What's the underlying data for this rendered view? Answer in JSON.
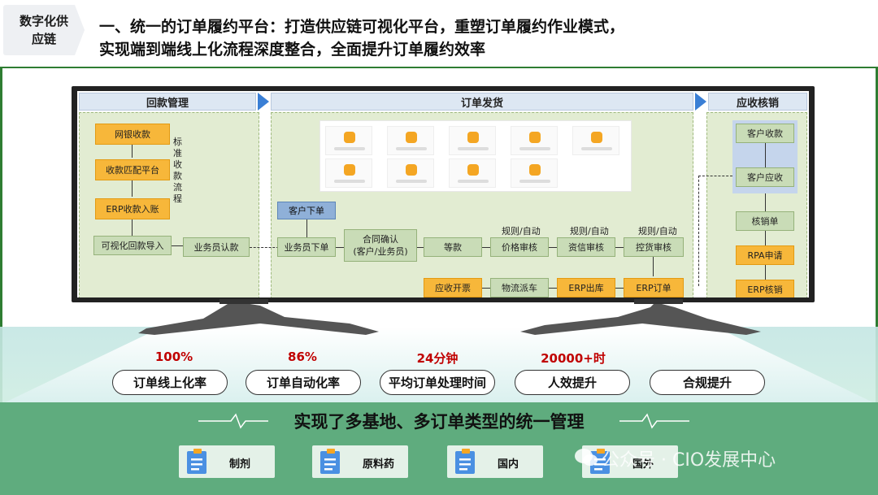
{
  "header": {
    "tag": [
      "数字化供",
      "应链"
    ],
    "title_line1": "一、统一的订单履约平台：打造供应链可视化平台，重塑订单履约作业模式，",
    "title_line2": "实现端到端线上化流程深度整合，全面提升订单履约效率"
  },
  "diagram": {
    "columns": {
      "payment": "回款管理",
      "delivery": "订单发货",
      "verification": "应收核销"
    },
    "payment_flow": {
      "steps": [
        "网银收款",
        "收款匹配平台",
        "ERP收款入账"
      ],
      "side_label": "标准收款流程",
      "import": "可视化回款导入",
      "confirm": "业务员认款"
    },
    "delivery_flow": {
      "customer_order": "客户下单",
      "salesman_order": "业务员下单",
      "contract_confirm": [
        "合同确认",
        "(客户/业务员)"
      ],
      "wait_payment": "等款",
      "price_review": "价格审核",
      "credit_review": "资信审核",
      "shipment_review": "控货审核",
      "rule_auto": "规则/自动",
      "erp_order": "ERP订单",
      "erp_outbound": "ERP出库",
      "logistics": "物流派车",
      "invoice": "应收开票"
    },
    "verification_flow": {
      "steps": [
        "客户收款",
        "客户应收",
        "核销单",
        "RPA申请",
        "ERP核销"
      ]
    },
    "accent_colors": {
      "orange": "#f7b73a",
      "green": "#c9dcb7",
      "blue": "#8fb0d8",
      "arrow": "#3a7fd5"
    }
  },
  "metrics": [
    {
      "value": "100%",
      "label": "订单线上化率"
    },
    {
      "value": "86%",
      "label": "订单自动化率"
    },
    {
      "value": "24分钟",
      "label": "平均订单处理时间"
    },
    {
      "value": "20000+时",
      "label": "人效提升"
    },
    {
      "value": "",
      "label": "合规提升"
    }
  ],
  "summary": "实现了多基地、多订单类型的统一管理",
  "categories": [
    "制剂",
    "原料药",
    "国内",
    "国外"
  ],
  "watermark": "公众号 · CIO发展中心",
  "icons": {
    "doc": "document-list-icon",
    "wechat": "wechat-icon",
    "heartbeat": "pulse-line-icon"
  }
}
